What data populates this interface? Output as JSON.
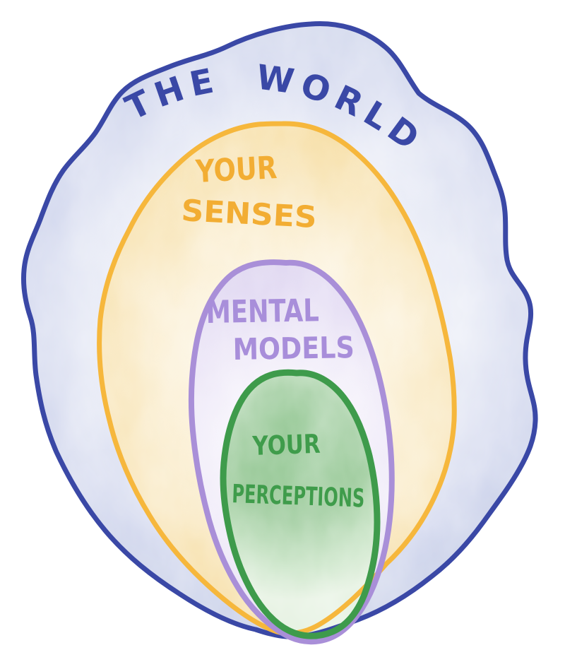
{
  "diagram": {
    "type": "nested-blobs",
    "background": "#FFFFFF",
    "rings": [
      {
        "order": 1,
        "label": "THE WORLD",
        "stroke_color": "#3A48A6",
        "fill_color": "#D5DAEF",
        "text_color": "#3A48A6"
      },
      {
        "order": 2,
        "label": "YOUR SENSES",
        "stroke_color": "#F6B73C",
        "fill_color": "#F8E5B8",
        "text_color": "#F2AD33"
      },
      {
        "order": 3,
        "label": "MENTAL MODELS",
        "stroke_color": "#A98FD8",
        "fill_color": "#E3DBF3",
        "text_color": "#A88EDA"
      },
      {
        "order": 4,
        "label": "YOUR PERCEPTIONS",
        "stroke_color": "#3E9B4B",
        "fill_color": "#93C793",
        "text_color": "#3F9C4B"
      }
    ],
    "lines": {
      "world": "THE WORLD",
      "senses1": "YOUR",
      "senses2": "SENSES",
      "models1": "MENTAL",
      "models2": "MODELS",
      "perceptions1": "YOUR",
      "perceptions2": "PERCEPTIONS"
    }
  }
}
